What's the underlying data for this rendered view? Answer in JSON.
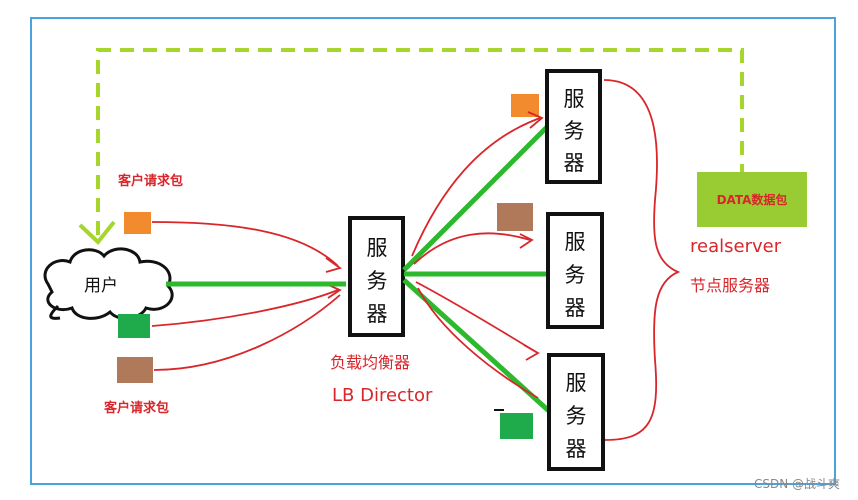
{
  "labels": {
    "user": "用户",
    "client_packet_top": "客户请求包",
    "client_packet_bottom": "客户请求包",
    "lb_cn": "负载均衡器",
    "lb_en": "LB Director",
    "server_text": [
      "服",
      "务",
      "器"
    ],
    "data_packet": "DATA数据包",
    "realserver": "realserver",
    "node_servers": "节点服务器",
    "watermark": "CSDN @战斗爽"
  },
  "colors": {
    "frame": "#4aa3df",
    "green_line": "#2db82d",
    "dashed_line": "#a6d62b",
    "red_arrow": "#d8262b",
    "packet_orange": "#f28a2e",
    "packet_green": "#1faa4b",
    "packet_brown": "#b07a5a",
    "data_box": "#99cc33"
  }
}
